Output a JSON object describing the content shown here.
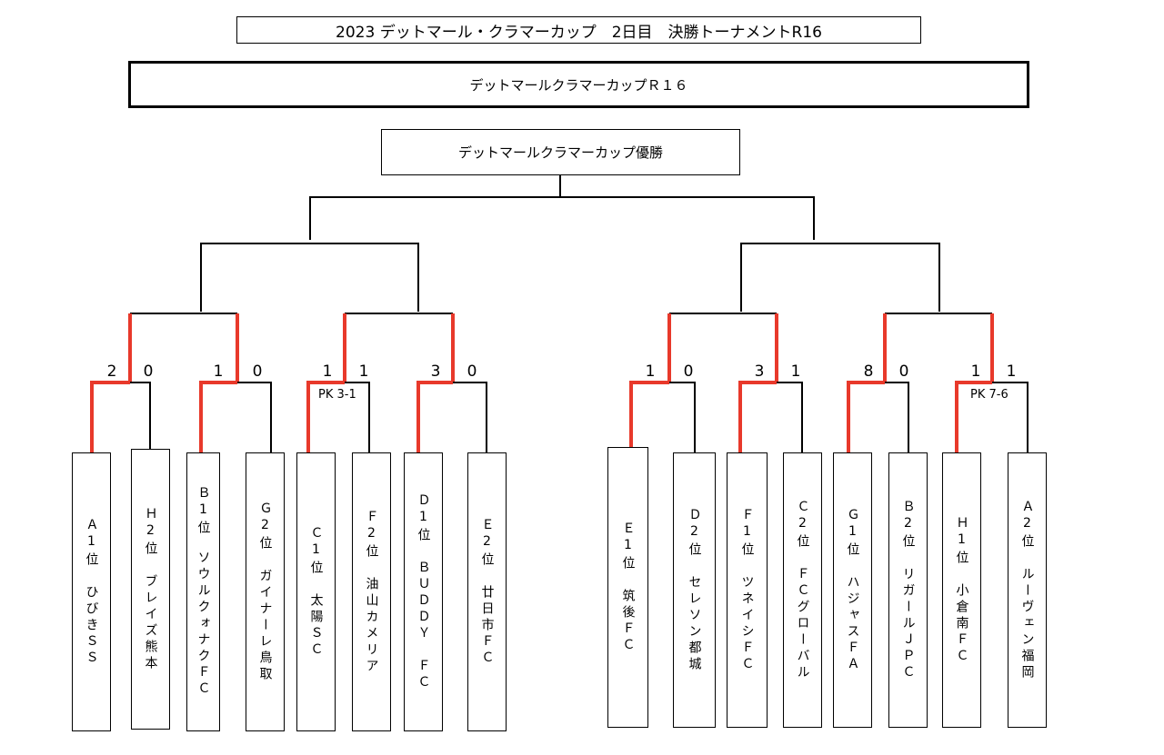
{
  "header": {
    "title": "2023 デットマール・クラマーカップ　2日目　決勝トーナメントR16",
    "subtitle": "デットマールクラマーカップＲ１６",
    "champion_label": "デットマールクラマーカップ優勝"
  },
  "colors": {
    "winner_line": "#e8392b",
    "line": "#000000"
  },
  "teams": [
    {
      "rank": "Ａ1位",
      "name": "ひびきＳＳ"
    },
    {
      "rank": "Ｈ2位",
      "name": "ブレイズ熊本"
    },
    {
      "rank": "Ｂ1位",
      "name": "ソウルクォナクＦＣ"
    },
    {
      "rank": "Ｇ2位",
      "name": "ガイナーレ鳥取"
    },
    {
      "rank": "Ｃ1位",
      "name": "太陽ＳＣ"
    },
    {
      "rank": "Ｆ2位",
      "name": "油山カメリア"
    },
    {
      "rank": "Ｄ1位",
      "name": "ＢＵＤＤＹ　ＦＣ"
    },
    {
      "rank": "Ｅ2位",
      "name": "廿日市ＦＣ"
    },
    {
      "rank": "Ｅ1位",
      "name": "筑後ＦＣ"
    },
    {
      "rank": "Ｄ2位",
      "name": "セレソン都城"
    },
    {
      "rank": "Ｆ1位",
      "name": "ツネイシＦＣ"
    },
    {
      "rank": "Ｃ2位",
      "name": "ＦＣグローバル"
    },
    {
      "rank": "Ｇ1位",
      "name": "ハジャスＦＡ"
    },
    {
      "rank": "Ｂ2位",
      "name": "リガールＪＰＣ"
    },
    {
      "rank": "Ｈ1位",
      "name": "小倉南ＦＣ"
    },
    {
      "rank": "Ａ2位",
      "name": "ルーヴェン福岡"
    }
  ],
  "matches": [
    {
      "home_score": "2",
      "away_score": "0",
      "pk": ""
    },
    {
      "home_score": "1",
      "away_score": "0",
      "pk": ""
    },
    {
      "home_score": "1",
      "away_score": "1",
      "pk": "PK  3-1"
    },
    {
      "home_score": "3",
      "away_score": "0",
      "pk": ""
    },
    {
      "home_score": "1",
      "away_score": "0",
      "pk": ""
    },
    {
      "home_score": "3",
      "away_score": "1",
      "pk": ""
    },
    {
      "home_score": "8",
      "away_score": "0",
      "pk": ""
    },
    {
      "home_score": "1",
      "away_score": "1",
      "pk": "PK 7-6"
    }
  ]
}
